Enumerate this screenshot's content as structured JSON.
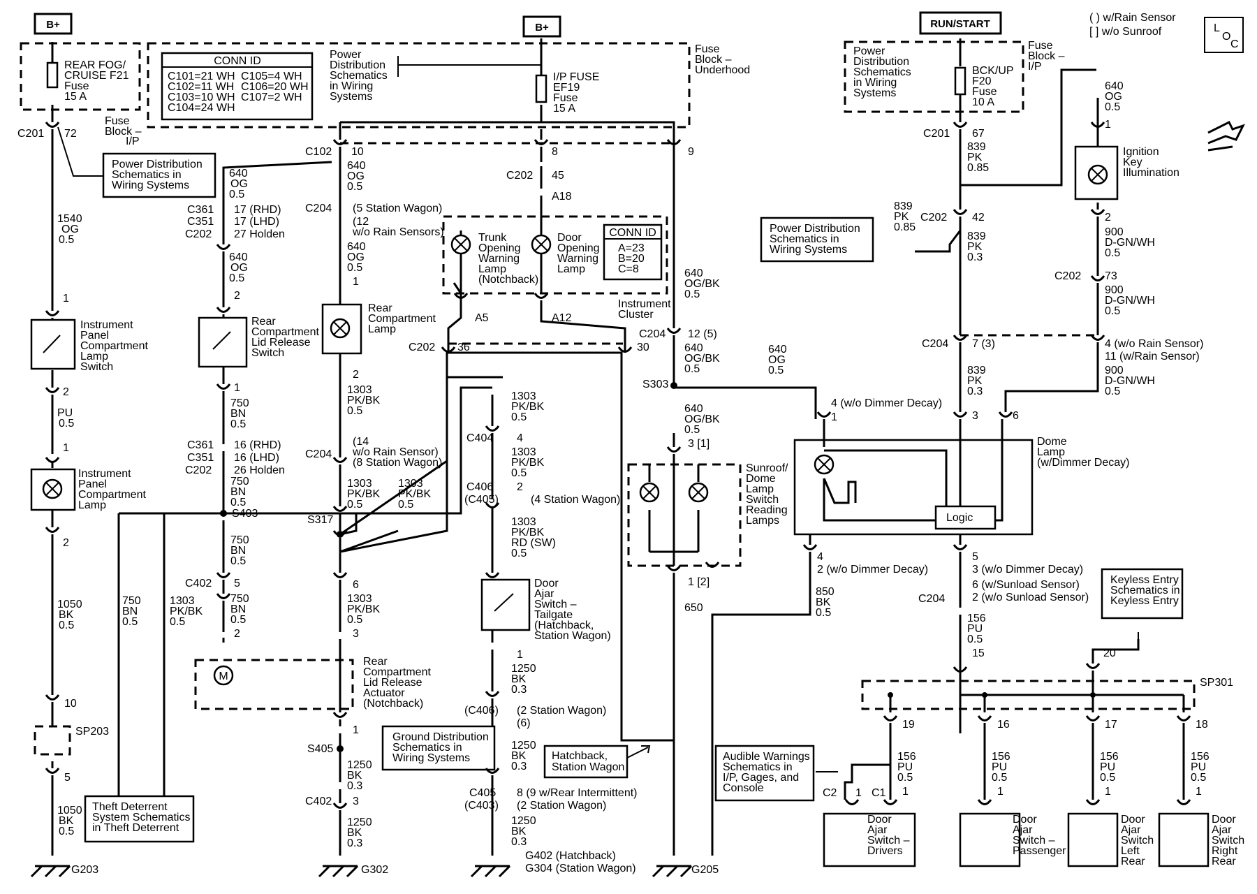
{
  "power_tags": {
    "b_plus_left": "B+",
    "b_plus_center": "B+",
    "run_start": "RUN/START"
  },
  "legend": {
    "rain_sensor": "( ) w/Rain Sensor",
    "sunroof": "[ ] w/o Sunroof"
  },
  "loc_symbol": [
    "L",
    "O",
    "C"
  ],
  "fuses": {
    "rear_fog": [
      "REAR FOG/",
      "CRUISE F21",
      "Fuse",
      "15 A"
    ],
    "ip_fuse": [
      "I/P FUSE",
      "EF19",
      "Fuse",
      "15 A"
    ],
    "bckup": [
      "BCK/UP",
      "F20",
      "Fuse",
      "10 A"
    ]
  },
  "fuse_blocks": {
    "ip": [
      "Fuse",
      "Block –",
      "I/P"
    ],
    "underhood": [
      "Fuse",
      "Block –",
      "Underhood"
    ],
    "ip_right": [
      "Fuse",
      "Block –",
      "I/P"
    ]
  },
  "conn_id_main": {
    "title": "CONN ID",
    "col1": [
      "C101=21 WH",
      "C102=11 WH",
      "C103=10 WH",
      "C104=24 WH"
    ],
    "col2": [
      "C105=4 WH",
      "C106=20 WH",
      "C107=2 WH"
    ]
  },
  "conn_id_small": {
    "title": "CONN ID",
    "rows": [
      "A=23",
      "B=20",
      "C=8"
    ]
  },
  "ref_boxes": {
    "pds_left": [
      "Power Distribution",
      "Schematics in",
      "Wiring Systems"
    ],
    "pds_right": [
      "Power Distribution",
      "Schematics in",
      "Wiring Systems"
    ],
    "ground_dist": [
      "Ground Distribution",
      "Schematics in",
      "Wiring Systems"
    ],
    "theft": [
      "Theft Deterrent",
      "System Schematics",
      "in Theft Deterrent"
    ],
    "hatchback": [
      "Hatchback,",
      "Station Wagon"
    ],
    "audible": [
      "Audible Warnings",
      "Schematics in",
      "I/P, Gages, and",
      "Console"
    ],
    "keyless": [
      "Keyless Entry",
      "Schematics in",
      "Keyless Entry"
    ],
    "pds_top_center": [
      "Power",
      "Distribution",
      "Schematics",
      "in Wiring",
      "Systems"
    ],
    "pds_top_right": [
      "Power",
      "Distribution",
      "Schematics",
      "in Wiring",
      "Systems"
    ]
  },
  "components": {
    "ip_lamp_switch": [
      "Instrument",
      "Panel",
      "Compartment",
      "Lamp",
      "Switch"
    ],
    "ip_lamp": [
      "Instrument",
      "Panel",
      "Compartment",
      "Lamp"
    ],
    "lid_release_switch": [
      "Rear",
      "Compartment",
      "Lid Release",
      "Switch"
    ],
    "rear_comp_lamp": [
      "Rear",
      "Compartment",
      "Lamp"
    ],
    "trunk_lamp": [
      "Trunk",
      "Opening",
      "Warning",
      "Lamp",
      "(Notchback)"
    ],
    "door_lamp": [
      "Door",
      "Opening",
      "Warning",
      "Lamp"
    ],
    "instrument_cluster": [
      "Instrument",
      "Cluster"
    ],
    "actuator": [
      "Rear",
      "Compartment",
      "Lid Release",
      "Actuator",
      "(Notchback)"
    ],
    "tailgate_switch": [
      "Door",
      "Ajar",
      "Switch –",
      "Tailgate",
      "(Hatchback,",
      "Station Wagon)"
    ],
    "sunroof_lamps": [
      "Sunroof/",
      "Dome",
      "Lamp",
      "Switch",
      "Reading",
      "Lamps"
    ],
    "dome_lamp": [
      "Dome",
      "Lamp",
      "(w/Dimmer Decay)"
    ],
    "logic": "Logic",
    "ignition_key": [
      "Ignition",
      "Key",
      "Illumination"
    ],
    "door_driver": [
      "Door",
      "Ajar",
      "Switch –",
      "Drivers"
    ],
    "door_passenger": [
      "Door",
      "Ajar",
      "Switch –",
      "Passenger"
    ],
    "door_left_rear": [
      "Door",
      "Ajar",
      "Switch",
      "Left",
      "Rear"
    ],
    "door_right_rear": [
      "Door",
      "Ajar",
      "Switch",
      "Right",
      "Rear"
    ]
  },
  "labels": [
    {
      "id": "c201a",
      "t": "C201"
    },
    {
      "id": "p72",
      "t": "72"
    },
    {
      "id": "w1540",
      "t": "1540"
    },
    {
      "id": "og1",
      "t": "OG"
    },
    {
      "id": "g051",
      "t": "0.5"
    },
    {
      "id": "pin1a",
      "t": "1"
    },
    {
      "id": "pin2a",
      "t": "2"
    },
    {
      "id": "pu",
      "t": "PU"
    },
    {
      "id": "g052",
      "t": "0.5"
    },
    {
      "id": "pin1b",
      "t": "1"
    },
    {
      "id": "pin2b",
      "t": "2"
    },
    {
      "id": "w1050a",
      "t": "1050"
    },
    {
      "id": "bka",
      "t": "BK"
    },
    {
      "id": "g053",
      "t": "0.5"
    },
    {
      "id": "p10",
      "t": "10"
    },
    {
      "id": "sp203",
      "t": "SP203"
    },
    {
      "id": "p5a",
      "t": "5"
    },
    {
      "id": "w1050b",
      "t": "1050"
    },
    {
      "id": "bkb",
      "t": "BK"
    },
    {
      "id": "g054",
      "t": "0.5"
    },
    {
      "id": "g203",
      "t": "G203"
    },
    {
      "id": "w640a",
      "t": "640"
    },
    {
      "id": "oga",
      "t": "OG"
    },
    {
      "id": "g055",
      "t": "0.5"
    },
    {
      "id": "c361a",
      "t": "C361"
    },
    {
      "id": "c351a",
      "t": "C351"
    },
    {
      "id": "c202a",
      "t": "C202"
    },
    {
      "id": "rhd17",
      "t": "17 (RHD)"
    },
    {
      "id": "lhd17",
      "t": "17 (LHD)"
    },
    {
      "id": "hold27",
      "t": "27 Holden"
    },
    {
      "id": "w640b",
      "t": "640"
    },
    {
      "id": "ogb",
      "t": "OG"
    },
    {
      "id": "g056",
      "t": "0.5"
    },
    {
      "id": "pin2c",
      "t": "2"
    },
    {
      "id": "pin1c",
      "t": "1"
    },
    {
      "id": "w750a",
      "t": "750"
    },
    {
      "id": "bna",
      "t": "BN"
    },
    {
      "id": "g057",
      "t": "0.5"
    },
    {
      "id": "c361b",
      "t": "C361"
    },
    {
      "id": "c351b",
      "t": "C351"
    },
    {
      "id": "c202b",
      "t": "C202"
    },
    {
      "id": "rhd16",
      "t": "16 (RHD)"
    },
    {
      "id": "lhd16",
      "t": "16 (LHD)"
    },
    {
      "id": "hold26",
      "t": "26 Holden"
    },
    {
      "id": "w750b",
      "t": "750"
    },
    {
      "id": "bnb",
      "t": "BN"
    },
    {
      "id": "g058",
      "t": "0.5"
    },
    {
      "id": "s403",
      "t": "S403"
    },
    {
      "id": "w750c",
      "t": "750"
    },
    {
      "id": "bnc",
      "t": "BN"
    },
    {
      "id": "g059",
      "t": "0.5"
    },
    {
      "id": "c402a",
      "t": "C402"
    },
    {
      "id": "p5b",
      "t": "5"
    },
    {
      "id": "w750d",
      "t": "750"
    },
    {
      "id": "bnd",
      "t": "BN"
    },
    {
      "id": "g0510",
      "t": "0.5"
    },
    {
      "id": "pin2d",
      "t": "2"
    },
    {
      "id": "w750e",
      "t": "750"
    },
    {
      "id": "bne",
      "t": "BN"
    },
    {
      "id": "g0511",
      "t": "0.5"
    },
    {
      "id": "w1303a",
      "t": "1303"
    },
    {
      "id": "pkbka",
      "t": "PK/BK"
    },
    {
      "id": "g0512",
      "t": "0.5"
    },
    {
      "id": "c102",
      "t": "C102"
    },
    {
      "id": "p10b",
      "t": "10"
    },
    {
      "id": "w640c",
      "t": "640"
    },
    {
      "id": "ogc",
      "t": "OG"
    },
    {
      "id": "g0513",
      "t": "0.5"
    },
    {
      "id": "c204a",
      "t": "C204"
    },
    {
      "id": "sw5",
      "t": "(5 Station Wagon)"
    },
    {
      "id": "rain12",
      "t": "(12"
    },
    {
      "id": "rain12b",
      "t": "w/o Rain Sensors)"
    },
    {
      "id": "w640d",
      "t": "640"
    },
    {
      "id": "ogd",
      "t": "OG"
    },
    {
      "id": "g0514",
      "t": "0.5"
    },
    {
      "id": "pin1d",
      "t": "1"
    },
    {
      "id": "pin2e",
      "t": "2"
    },
    {
      "id": "w1303b",
      "t": "1303"
    },
    {
      "id": "pkbkb",
      "t": "PK/BK"
    },
    {
      "id": "g0515",
      "t": "0.5"
    },
    {
      "id": "rain14",
      "t": "(14"
    },
    {
      "id": "rain14b",
      "t": "w/o Rain Sensor)"
    },
    {
      "id": "sw8",
      "t": "(8 Station Wagon)"
    },
    {
      "id": "c204b",
      "t": "C204"
    },
    {
      "id": "w1303c",
      "t": "1303"
    },
    {
      "id": "pkbkc",
      "t": "PK/BK"
    },
    {
      "id": "g0516",
      "t": "0.5"
    },
    {
      "id": "w1303d",
      "t": "1303"
    },
    {
      "id": "pkbkd",
      "t": "PK/BK"
    },
    {
      "id": "g0517",
      "t": "0.5"
    },
    {
      "id": "s317",
      "t": "S317"
    },
    {
      "id": "p6a",
      "t": "6"
    },
    {
      "id": "w1303e",
      "t": "1303"
    },
    {
      "id": "pkbke",
      "t": "PK/BK"
    },
    {
      "id": "g0518",
      "t": "0.5"
    },
    {
      "id": "p3a",
      "t": "3"
    },
    {
      "id": "pin1e",
      "t": "1"
    },
    {
      "id": "s405",
      "t": "S405"
    },
    {
      "id": "w1250a",
      "t": "1250"
    },
    {
      "id": "bkc",
      "t": "BK"
    },
    {
      "id": "g031",
      "t": "0.3"
    },
    {
      "id": "c402b",
      "t": "C402"
    },
    {
      "id": "p3b",
      "t": "3"
    },
    {
      "id": "w1250b",
      "t": "1250"
    },
    {
      "id": "bkd",
      "t": "BK"
    },
    {
      "id": "g032",
      "t": "0.3"
    },
    {
      "id": "g302",
      "t": "G302"
    },
    {
      "id": "p8",
      "t": "8"
    },
    {
      "id": "c202c",
      "t": "C202"
    },
    {
      "id": "p45",
      "t": "45"
    },
    {
      "id": "a18",
      "t": "A18"
    },
    {
      "id": "a5",
      "t": "A5"
    },
    {
      "id": "a12",
      "t": "A12"
    },
    {
      "id": "c202d",
      "t": "C202"
    },
    {
      "id": "p36",
      "t": "36"
    },
    {
      "id": "p30",
      "t": "30"
    },
    {
      "id": "w1303f",
      "t": "1303"
    },
    {
      "id": "pkbkf",
      "t": "PK/BK"
    },
    {
      "id": "g0519",
      "t": "0.5"
    },
    {
      "id": "c404",
      "t": "C404"
    },
    {
      "id": "p4a",
      "t": "4"
    },
    {
      "id": "w1303g",
      "t": "1303"
    },
    {
      "id": "pkbkg",
      "t": "PK/BK"
    },
    {
      "id": "g0520",
      "t": "0.5"
    },
    {
      "id": "c406",
      "t": "C406"
    },
    {
      "id": "c405a",
      "t": "(C405)"
    },
    {
      "id": "p2f",
      "t": "2"
    },
    {
      "id": "sw4",
      "t": "(4 Station Wagon)"
    },
    {
      "id": "w1303h",
      "t": "1303"
    },
    {
      "id": "pkbkh",
      "t": "PK/BK"
    },
    {
      "id": "rdsw",
      "t": "RD (SW)"
    },
    {
      "id": "g0521",
      "t": "0.5"
    },
    {
      "id": "pin1f",
      "t": "1"
    },
    {
      "id": "w1250c",
      "t": "1250"
    },
    {
      "id": "bke",
      "t": "BK"
    },
    {
      "id": "g033",
      "t": "0.3"
    },
    {
      "id": "c406b",
      "t": "(C406)"
    },
    {
      "id": "sw2a",
      "t": "(2 Station Wagon)"
    },
    {
      "id": "p6b",
      "t": "(6)"
    },
    {
      "id": "w1250d",
      "t": "1250"
    },
    {
      "id": "bkf",
      "t": "BK"
    },
    {
      "id": "g034",
      "t": "0.3"
    },
    {
      "id": "c405",
      "t": "C405"
    },
    {
      "id": "c403",
      "t": "(C403)"
    },
    {
      "id": "rearint",
      "t": "8 (9 w/Rear Intermittent)"
    },
    {
      "id": "sw2b",
      "t": "(2 Station Wagon)"
    },
    {
      "id": "w1250e",
      "t": "1250"
    },
    {
      "id": "bkg",
      "t": "BK"
    },
    {
      "id": "g035",
      "t": "0.3"
    },
    {
      "id": "g402",
      "t": "G402 (Hatchback)"
    },
    {
      "id": "g304",
      "t": "G304 (Station Wagon)"
    },
    {
      "id": "p9",
      "t": "9"
    },
    {
      "id": "w640e",
      "t": "640"
    },
    {
      "id": "ogbk1",
      "t": "OG/BK"
    },
    {
      "id": "g0522",
      "t": "0.5"
    },
    {
      "id": "c204c",
      "t": "C204"
    },
    {
      "id": "p125",
      "t": "12 (5)"
    },
    {
      "id": "w640f",
      "t": "640"
    },
    {
      "id": "ogbk2",
      "t": "OG/BK"
    },
    {
      "id": "g0523",
      "t": "0.5"
    },
    {
      "id": "s303",
      "t": "S303"
    },
    {
      "id": "w640g",
      "t": "640"
    },
    {
      "id": "ogbk3",
      "t": "OG/BK"
    },
    {
      "id": "g0524",
      "t": "0.5"
    },
    {
      "id": "p31",
      "t": "3 [1]"
    },
    {
      "id": "p12",
      "t": "1 [2]"
    },
    {
      "id": "w650",
      "t": "650"
    },
    {
      "id": "g205",
      "t": "G205"
    },
    {
      "id": "w640h",
      "t": "640"
    },
    {
      "id": "oge",
      "t": "OG"
    },
    {
      "id": "g0525",
      "t": "0.5"
    },
    {
      "id": "dim4",
      "t": "4 (w/o Dimmer Decay)"
    },
    {
      "id": "pin1g",
      "t": "1"
    },
    {
      "id": "p4b",
      "t": "4"
    },
    {
      "id": "dim2",
      "t": "2 (w/o Dimmer Decay)"
    },
    {
      "id": "w850",
      "t": "850"
    },
    {
      "id": "bkh",
      "t": "BK"
    },
    {
      "id": "g0526",
      "t": "0.5"
    },
    {
      "id": "c201b",
      "t": "C201"
    },
    {
      "id": "p67",
      "t": "67"
    },
    {
      "id": "w839a",
      "t": "839"
    },
    {
      "id": "pka",
      "t": "PK"
    },
    {
      "id": "g085",
      "t": "0.85"
    },
    {
      "id": "w839b",
      "t": "839"
    },
    {
      "id": "pkb",
      "t": "PK"
    },
    {
      "id": "g0852",
      "t": "0.85"
    },
    {
      "id": "c202e",
      "t": "C202"
    },
    {
      "id": "p42",
      "t": "42"
    },
    {
      "id": "w839c",
      "t": "839"
    },
    {
      "id": "pkc",
      "t": "PK"
    },
    {
      "id": "g036",
      "t": "0.3"
    },
    {
      "id": "c204d",
      "t": "C204"
    },
    {
      "id": "p73",
      "t": "7 (3)"
    },
    {
      "id": "w839d",
      "t": "839"
    },
    {
      "id": "pkd",
      "t": "PK"
    },
    {
      "id": "g037",
      "t": "0.3"
    },
    {
      "id": "p3c",
      "t": "3"
    },
    {
      "id": "p6c",
      "t": "6"
    },
    {
      "id": "p5c",
      "t": "5"
    },
    {
      "id": "dim3",
      "t": "3 (w/o Dimmer Decay)"
    },
    {
      "id": "sun6",
      "t": "6 (w/Sunload Sensor)"
    },
    {
      "id": "sun2",
      "t": "2 (w/o Sunload Sensor)"
    },
    {
      "id": "c204e",
      "t": "C204"
    },
    {
      "id": "w156a",
      "t": "156"
    },
    {
      "id": "pua",
      "t": "PU"
    },
    {
      "id": "g0527",
      "t": "0.5"
    },
    {
      "id": "p15",
      "t": "15"
    },
    {
      "id": "p20",
      "t": "20"
    },
    {
      "id": "sp301",
      "t": "SP301"
    },
    {
      "id": "w640i",
      "t": "640"
    },
    {
      "id": "ogf",
      "t": "OG"
    },
    {
      "id": "g0528",
      "t": "0.5"
    },
    {
      "id": "pin1h",
      "t": "1"
    },
    {
      "id": "pin2g",
      "t": "2"
    },
    {
      "id": "w900a",
      "t": "900"
    },
    {
      "id": "dgwa",
      "t": "D-GN/WH"
    },
    {
      "id": "g0529",
      "t": "0.5"
    },
    {
      "id": "c202f",
      "t": "C202"
    },
    {
      "id": "p73b",
      "t": "73"
    },
    {
      "id": "w900b",
      "t": "900"
    },
    {
      "id": "dgwb",
      "t": "D-GN/WH"
    },
    {
      "id": "g0530",
      "t": "0.5"
    },
    {
      "id": "rs4",
      "t": "4 (w/o Rain Sensor)"
    },
    {
      "id": "rs11",
      "t": "11 (w/Rain Sensor)"
    },
    {
      "id": "w900c",
      "t": "900"
    },
    {
      "id": "dgwc",
      "t": "D-GN/WH"
    },
    {
      "id": "g0531",
      "t": "0.5"
    },
    {
      "id": "p19",
      "t": "19"
    },
    {
      "id": "p16",
      "t": "16"
    },
    {
      "id": "p17",
      "t": "17"
    },
    {
      "id": "p18",
      "t": "18"
    },
    {
      "id": "w156b",
      "t": "156"
    },
    {
      "id": "pub",
      "t": "PU"
    },
    {
      "id": "g0532",
      "t": "0.5"
    },
    {
      "id": "pin1i",
      "t": "1"
    },
    {
      "id": "w156c",
      "t": "156"
    },
    {
      "id": "puc",
      "t": "PU"
    },
    {
      "id": "g0533",
      "t": "0.5"
    },
    {
      "id": "pin1j",
      "t": "1"
    },
    {
      "id": "w156d",
      "t": "156"
    },
    {
      "id": "pud",
      "t": "PU"
    },
    {
      "id": "g0534",
      "t": "0.5"
    },
    {
      "id": "pin1k",
      "t": "1"
    },
    {
      "id": "w156e",
      "t": "156"
    },
    {
      "id": "pue",
      "t": "PU"
    },
    {
      "id": "g0535",
      "t": "0.5"
    },
    {
      "id": "pin1l",
      "t": "1"
    },
    {
      "id": "c2",
      "t": "C2"
    },
    {
      "id": "c2p",
      "t": "1"
    },
    {
      "id": "c1",
      "t": "C1"
    }
  ]
}
